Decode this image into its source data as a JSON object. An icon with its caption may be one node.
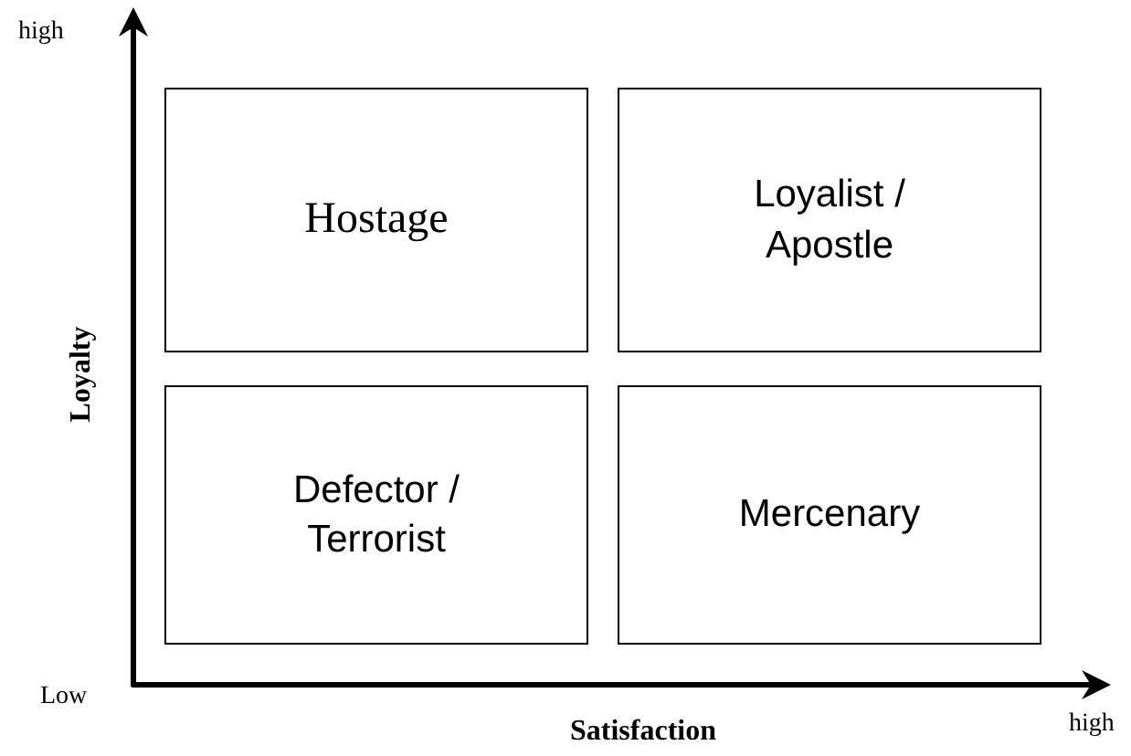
{
  "diagram": {
    "nodes": [
      {
        "text": [
          "Hostage"
        ]
      },
      {
        "text": [
          "Loyalist / Apostle"
        ]
      },
      {
        "text": [
          "Defector / Terrorist"
        ]
      },
      {
        "text": [
          "Mercenary"
        ]
      }
    ],
    "edges": [],
    "labels": [
      "high",
      "Loyalty",
      "Low",
      "Satisfaction",
      "high"
    ]
  }
}
